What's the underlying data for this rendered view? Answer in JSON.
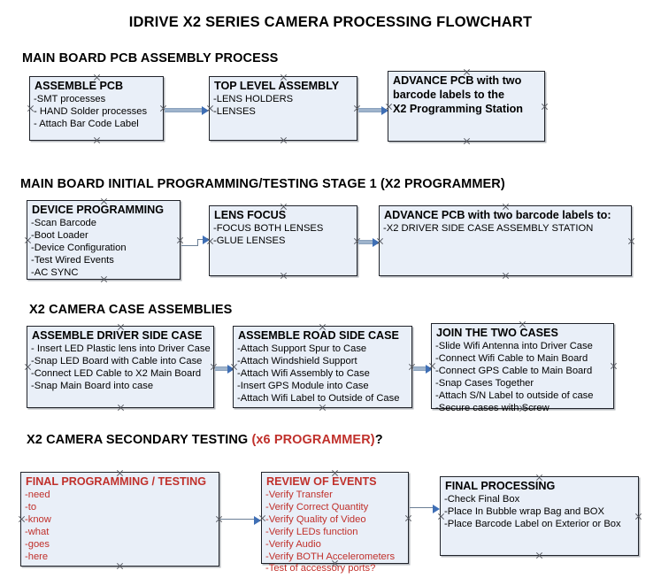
{
  "document": {
    "title": "IDRIVE X2  SERIES CAMERA PROCESSING FLOWCHART"
  },
  "sections": [
    {
      "id": "main-board-pcb-assembly-process",
      "heading": "MAIN BOARD PCB ASSEMBLY PROCESS",
      "heading_accent": ""
    },
    {
      "id": "main-board-initial-programming",
      "heading": "MAIN BOARD INITIAL PROGRAMMING/TESTING STAGE 1 (X2 PROGRAMMER)",
      "heading_accent": ""
    },
    {
      "id": "x2-camera-case-assemblies",
      "heading": "X2 CAMERA CASE ASSEMBLIES",
      "heading_accent": ""
    },
    {
      "id": "x2-camera-secondary-testing",
      "heading": "X2 CAMERA SECONDARY TESTING ",
      "heading_accent": "(x6 PROGRAMMER)",
      "heading_suffix": "?"
    }
  ],
  "nodes": {
    "assemble_pcb": {
      "title": "ASSEMBLE PCB",
      "items": [
        "-SMT processes",
        "- HAND Solder processes",
        "- Attach Bar Code Label"
      ]
    },
    "top_level_assembly": {
      "title": "TOP LEVEL ASSEMBLY",
      "items": [
        "-LENS HOLDERS",
        "-LENSES"
      ]
    },
    "advance_pcb_station": {
      "title": "ADVANCE PCB with two",
      "line2": "barcode labels to the",
      "line3": " X2 Programming Station"
    },
    "device_programming": {
      "title": "DEVICE PROGRAMMING",
      "items": [
        "-Scan Barcode",
        "-Boot Loader",
        "-Device Configuration",
        "-Test Wired Events",
        "-AC SYNC"
      ]
    },
    "lens_focus": {
      "title": "LENS FOCUS",
      "items": [
        "-FOCUS BOTH LENSES",
        "-GLUE LENSES"
      ]
    },
    "advance_pcb_driver": {
      "title": "ADVANCE PCB with two barcode labels to:",
      "items": [
        "-X2 DRIVER  SIDE  CASE  ASSEMBLY STATION"
      ]
    },
    "assemble_driver_side_case": {
      "title": "ASSEMBLE DRIVER SIDE CASE",
      "items": [
        "- Insert LED Plastic lens into Driver Case",
        "-Snap LED Board with Cable into Case",
        "-Connect LED Cable to X2 Main Board",
        "-Snap Main Board into case"
      ]
    },
    "assemble_road_side_case": {
      "title": "ASSEMBLE ROAD SIDE CASE",
      "items": [
        "-Attach Support Spur to Case",
        "-Attach Windshield Support",
        "-Attach Wifi Assembly to Case",
        "-Insert GPS Module into Case",
        "-Attach Wifi Label to Outside of Case"
      ]
    },
    "join_the_two_cases": {
      "title": "JOIN THE TWO CASES",
      "items": [
        "-Slide Wifi Antenna into Driver Case",
        "-Connect Wifi Cable to Main Board",
        "-Connect GPS Cable to Main Board",
        "-Snap Cases Together",
        "-Attach S/N Label to outside of case",
        "-Secure cases with Screw"
      ]
    },
    "final_programming_testing": {
      "title": "FINAL PROGRAMMING / TESTING",
      "items": [
        "-need",
        "-to",
        "-know",
        "-what",
        "-goes",
        "-here"
      ]
    },
    "review_of_events": {
      "title": "REVIEW OF EVENTS",
      "items": [
        "-Verify Transfer",
        "-Verify Correct Quantity",
        "-Verify Quality of Video",
        "-Verify LEDs function",
        "-Verify Audio",
        "-Verify BOTH Accelerometers",
        "-Test of accessory ports?"
      ]
    },
    "final_processing": {
      "title": "FINAL PROCESSING",
      "items": [
        " -Check Final Box",
        "-Place In Bubble wrap Bag and BOX",
        "-Place Barcode Label on Exterior or Box"
      ]
    }
  },
  "colors": {
    "node_fill": "#e9eff8",
    "node_border": "#20232a",
    "accent_red": "#c0302b",
    "arrow_head": "#3f6fb5",
    "arrow_shaft": "#9fb4cc"
  }
}
